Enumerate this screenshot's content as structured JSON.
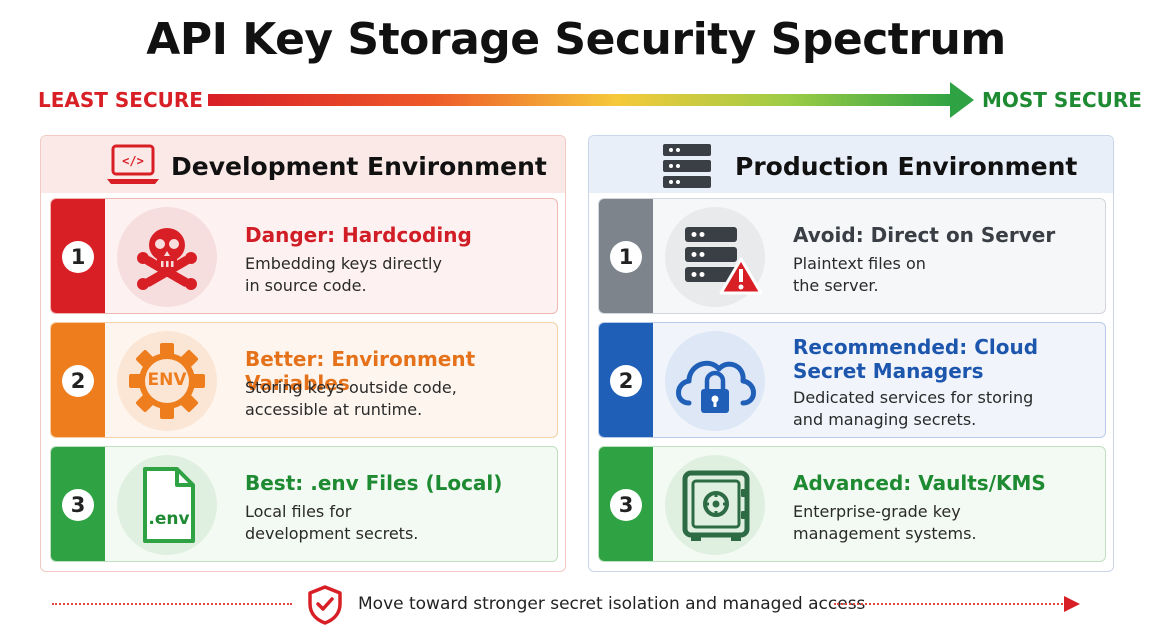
{
  "title": "API Key Storage Security Spectrum",
  "spectrum": {
    "left_label": "LEAST SECURE",
    "right_label": "MOST SECURE"
  },
  "colors": {
    "danger": "#d81f26",
    "warning": "#ee7d1e",
    "success": "#2fa344",
    "neutral": "#7d848c",
    "info": "#1f5fb8"
  },
  "development": {
    "icon": "laptop-code-icon",
    "title": "Development Environment",
    "cards": [
      {
        "number": "1",
        "icon": "skull-crossbones-icon",
        "title": "Danger: Hardcoding",
        "desc_line1": "Embedding keys directly",
        "desc_line2": "in source code."
      },
      {
        "number": "2",
        "icon": "env-gear-icon",
        "icon_text": "ENV",
        "title": "Better: Environment Variables",
        "desc_line1": "Storing keys outside code,",
        "desc_line2": "accessible at runtime."
      },
      {
        "number": "3",
        "icon": "env-file-icon",
        "icon_text": ".env",
        "title": "Best: .env Files (Local)",
        "desc_line1": "Local files for",
        "desc_line2": "development secrets."
      }
    ]
  },
  "production": {
    "icon": "server-rack-icon",
    "title": "Production Environment",
    "cards": [
      {
        "number": "1",
        "icon": "server-warning-icon",
        "title": "Avoid: Direct on Server",
        "desc_line1": "Plaintext files on",
        "desc_line2": "the server."
      },
      {
        "number": "2",
        "icon": "cloud-lock-icon",
        "title_line1": "Recommended: Cloud",
        "title_line2": "Secret Managers",
        "desc_line1": "Dedicated services for storing",
        "desc_line2": "and managing secrets."
      },
      {
        "number": "3",
        "icon": "vault-safe-icon",
        "title": "Advanced: Vaults/KMS",
        "desc_line1": "Enterprise-grade key",
        "desc_line2": "management systems."
      }
    ]
  },
  "footer": {
    "icon": "shield-check-icon",
    "text": "Move toward stronger secret isolation and managed access"
  }
}
